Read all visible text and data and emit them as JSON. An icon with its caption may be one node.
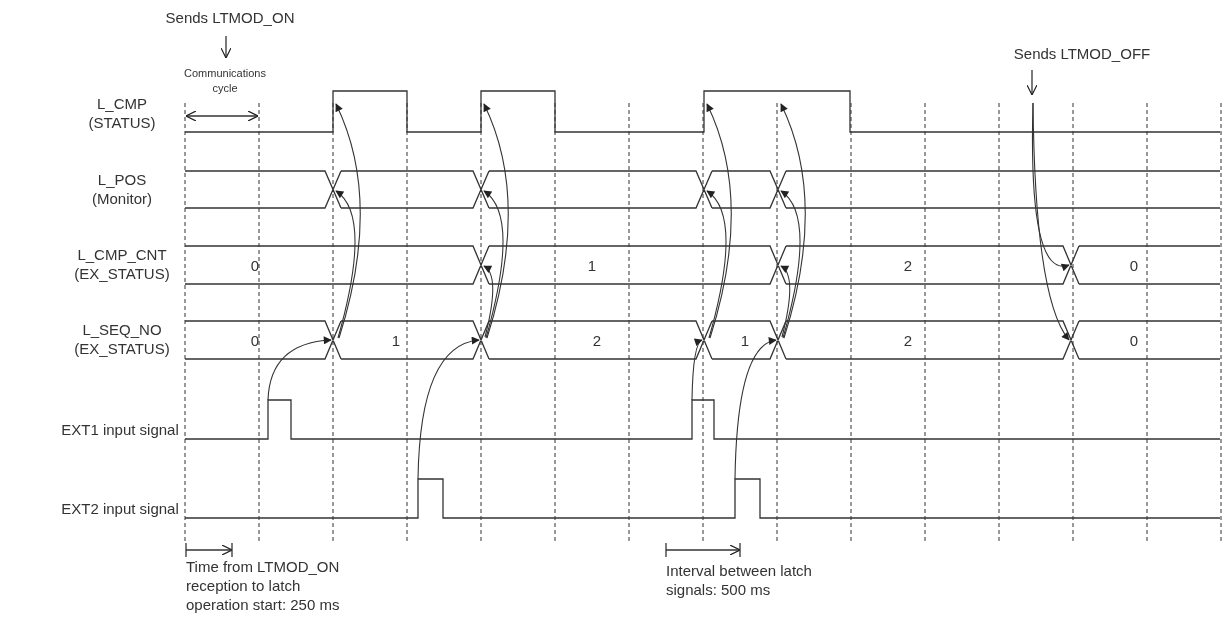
{
  "diagram": {
    "labels": [
      "Sends LTMOD_ON",
      "Communications cycle",
      "Sends LTMOD_OFF",
      "L_CMP (STATUS)",
      "L_POS (Monitor)",
      "L_CMP_CNT (EX_STATUS)",
      "0",
      "1",
      "2",
      "0",
      "L_SEQ_NO (EX_STATUS)",
      "0",
      "1",
      "2",
      "1",
      "2",
      "0",
      "EXT1 input signal",
      "EXT2 input signal",
      "Time from LTMOD_ON reception to latch operation start: 250 ms",
      "Interval between latch signals: 500 ms"
    ]
  }
}
